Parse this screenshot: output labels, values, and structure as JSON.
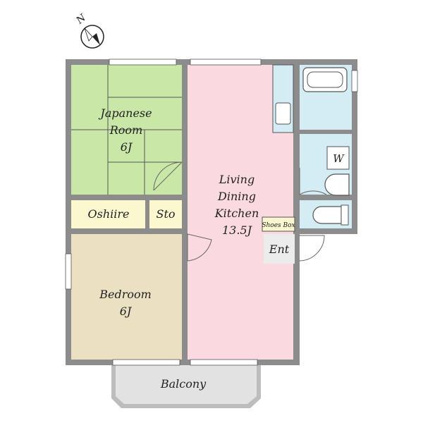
{
  "compass": {
    "label": "N",
    "icon": "north-arrow-icon"
  },
  "rooms": {
    "japanese": {
      "line1": "Japanese",
      "line2": "Room",
      "size": "6J"
    },
    "oshiire": {
      "label": "Oshiire"
    },
    "storage": {
      "label": "Sto"
    },
    "bedroom": {
      "label": "Bedroom",
      "size": "6J"
    },
    "ldk": {
      "line1": "Living",
      "line2": "Dining",
      "line3": "Kitchen",
      "size": "13.5J"
    },
    "shoes_box": {
      "label": "Shoes Box"
    },
    "entrance": {
      "label": "Ent"
    },
    "washroom": {
      "label": "W"
    },
    "balcony": {
      "label": "Balcony"
    }
  },
  "colors": {
    "wall": "#8c8c8c",
    "japanese_room": "#c9e7a6",
    "oshiire": "#fbf7cf",
    "bedroom": "#ebe0c2",
    "ldk": "#fbd9e0",
    "wet_area": "#d4ecf4",
    "entrance": "#ececec",
    "shoes_box": "#fbf7cf",
    "balcony": "#e2e2e2"
  }
}
